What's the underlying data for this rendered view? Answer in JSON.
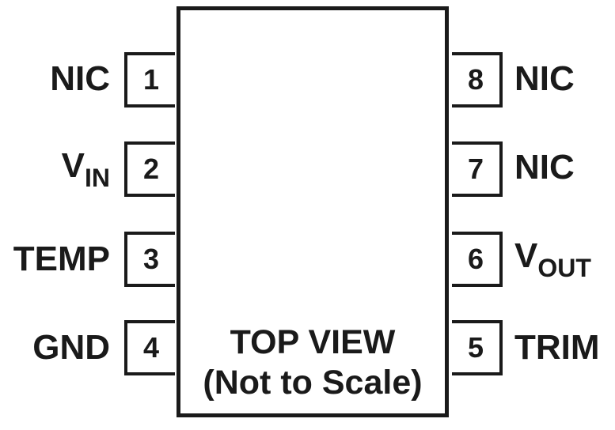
{
  "view": {
    "line1": "TOP VIEW",
    "line2": "(Not to Scale)"
  },
  "pins": {
    "p1": {
      "number": "1",
      "name": "NIC"
    },
    "p2": {
      "number": "2",
      "name": "V",
      "sub": "IN"
    },
    "p3": {
      "number": "3",
      "name": "TEMP"
    },
    "p4": {
      "number": "4",
      "name": "GND"
    },
    "p5": {
      "number": "5",
      "name": "TRIM"
    },
    "p6": {
      "number": "6",
      "name": "V",
      "sub": "OUT"
    },
    "p7": {
      "number": "7",
      "name": "NIC"
    },
    "p8": {
      "number": "8",
      "name": "NIC"
    }
  }
}
